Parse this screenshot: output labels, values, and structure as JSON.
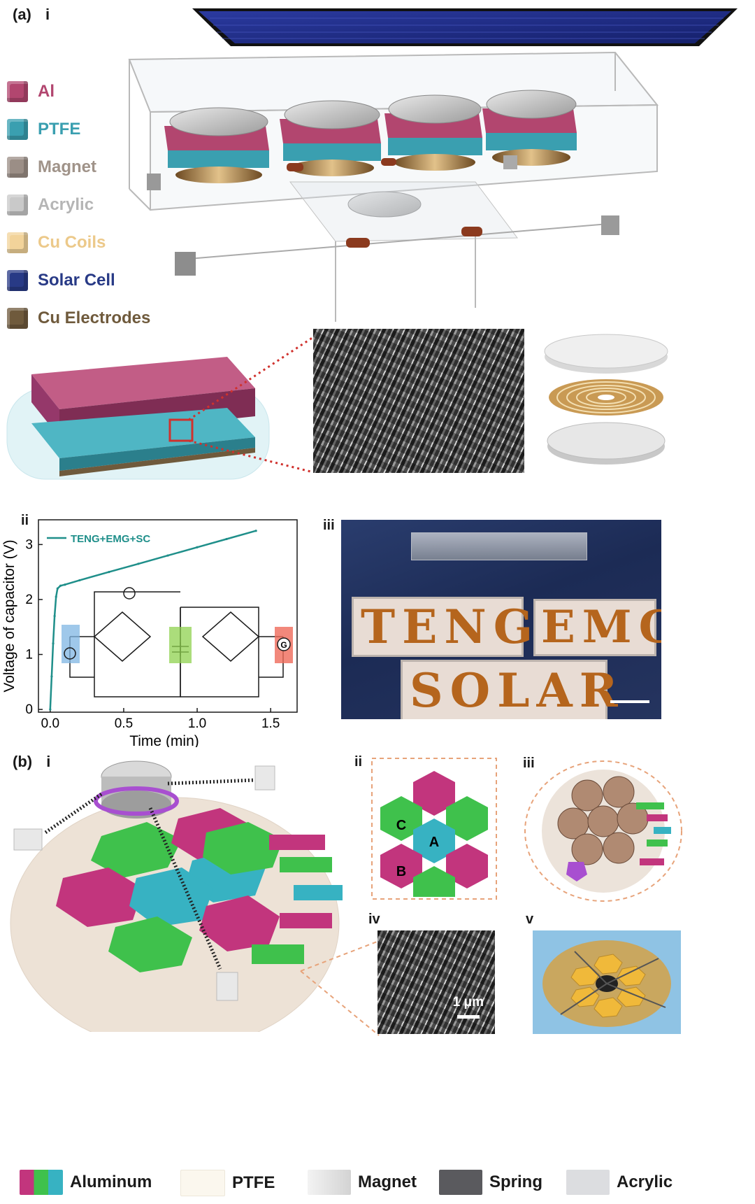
{
  "panel_a": {
    "label": "(a)",
    "sub_i": "i",
    "sub_ii": "ii",
    "sub_iii": "iii",
    "legend": [
      {
        "label": "Al",
        "color": "#b2466f",
        "text_color": "#b2466f"
      },
      {
        "label": "PTFE",
        "color": "#3a9fb0",
        "text_color": "#3a9fb0"
      },
      {
        "label": "Magnet",
        "color": "#9b8e86",
        "text_color": "#a09389"
      },
      {
        "label": "Acrylic",
        "color": "#c9c9c9",
        "text_color": "#b5b5b5"
      },
      {
        "label": "Cu Coils",
        "color": "#f2d39a",
        "text_color": "#ecc98a"
      },
      {
        "label": "Solar Cell",
        "color": "#283a86",
        "text_color": "#283a86"
      },
      {
        "label": "Cu Electrodes",
        "color": "#6f5a3c",
        "text_color": "#6f5a3c"
      }
    ],
    "photo_words": [
      "TENG",
      "EMG",
      "SOLAR"
    ]
  },
  "chart_data": {
    "type": "line",
    "series": [
      {
        "name": "TENG+EMG+SC",
        "x": [
          0.0,
          0.01,
          0.02,
          0.03,
          0.04,
          0.05,
          0.07,
          0.1,
          0.2,
          0.4,
          0.6,
          0.8,
          1.0,
          1.2,
          1.4
        ],
        "y": [
          0.0,
          0.6,
          1.2,
          1.7,
          2.05,
          2.2,
          2.25,
          2.27,
          2.35,
          2.5,
          2.65,
          2.8,
          2.95,
          3.1,
          3.25
        ],
        "color": "#1f8f8a"
      }
    ],
    "xlabel": "Time (min)",
    "ylabel": "Voltage of capacitor (V)",
    "xlim": [
      -0.08,
      1.68
    ],
    "ylim": [
      -0.05,
      3.45
    ],
    "xticks": [
      "0.0",
      "0.5",
      "1.0",
      "1.5"
    ],
    "yticks": [
      "0",
      "1",
      "2",
      "3"
    ],
    "legend_position": "top-left",
    "inset_symbol": "G"
  },
  "panel_b": {
    "label": "(b)",
    "sub_i": "i",
    "sub_ii": "ii",
    "sub_iii": "iii",
    "sub_iv": "iv",
    "sub_v": "v",
    "hex_labels": {
      "a": "A",
      "b": "B",
      "c": "C"
    },
    "scale_bar": "1 μm"
  },
  "bottom_legend": [
    {
      "label": "Aluminum"
    },
    {
      "label": "PTFE"
    },
    {
      "label": "Magnet"
    },
    {
      "label": "Spring"
    },
    {
      "label": "Acrylic"
    }
  ]
}
